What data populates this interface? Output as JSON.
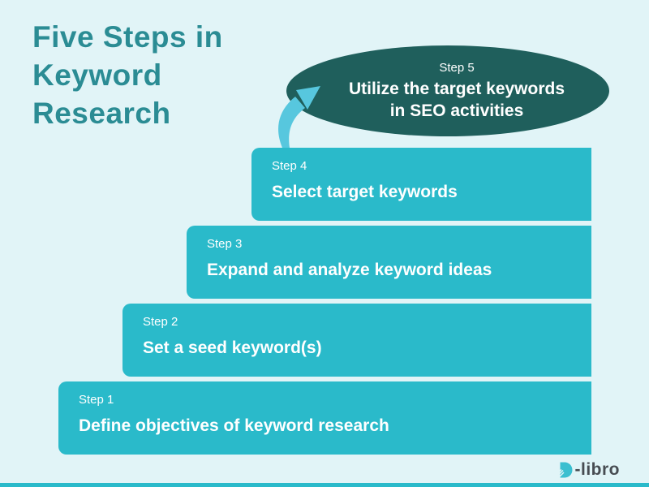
{
  "header": {
    "title_lines": [
      "Five Steps in",
      "Keyword",
      "Research"
    ],
    "title_color": "#2B8C94"
  },
  "step5": {
    "label": "Step 5",
    "line1": "Utilize the target keywords",
    "line2": "in SEO activities",
    "bg_color": "#1F5F5C",
    "text_color": "#FFFFFF"
  },
  "steps": [
    {
      "label": "Step 1",
      "text": "Define objectives of keyword research"
    },
    {
      "label": "Step 2",
      "text": "Set a seed keyword(s)"
    },
    {
      "label": "Step 3",
      "text": "Expand and analyze keyword ideas"
    },
    {
      "label": "Step 4",
      "text": "Select target keywords"
    }
  ],
  "colors": {
    "background": "#E1F4F7",
    "step_box": "#2ABACA",
    "arrow": "#57C7DE",
    "footer_bar": "#2ABACA",
    "logo_teal": "#3ABFD0",
    "logo_gray": "#474C52"
  },
  "icons": {
    "arrow": "curved-arrow-icon",
    "logo": "dlibro-logo-icon"
  },
  "footer": {
    "logo_text": "-libro"
  }
}
